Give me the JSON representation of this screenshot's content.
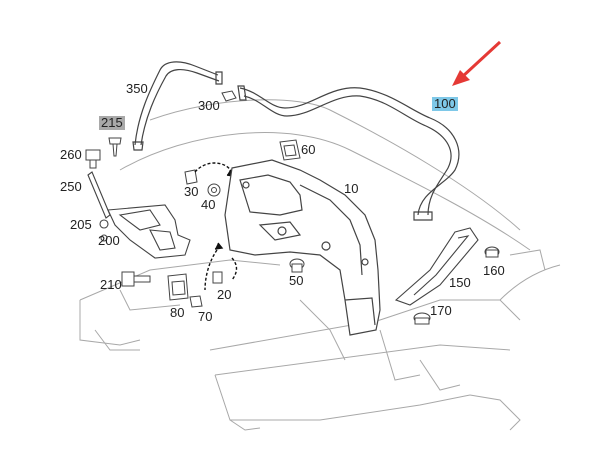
{
  "labels": {
    "l350": "350",
    "l300": "300",
    "l215": "215",
    "l260": "260",
    "l250": "250",
    "l205": "205",
    "l200": "200",
    "l210": "210",
    "l30": "30",
    "l40": "40",
    "l60": "60",
    "l10": "10",
    "l20": "20",
    "l50": "50",
    "l80": "80",
    "l70": "70",
    "l100": "100",
    "l160": "160",
    "l150": "150",
    "l170": "170"
  },
  "colors": {
    "line": "#444444",
    "ghost": "#9a9a9a",
    "highlight_gray": "#a9a9a9",
    "highlight_blue": "#7ec8e8",
    "arrow": "#e53935"
  }
}
